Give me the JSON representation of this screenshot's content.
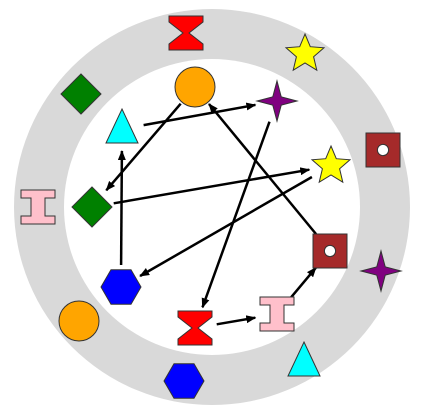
{
  "diagram": {
    "colors": {
      "ring": "#d9d9d9",
      "inner": "#ffffff",
      "edge": "#000000",
      "red": "#ff0000",
      "yellow": "#ffff00",
      "purple": "#800080",
      "darkred": "#a52a2a",
      "green": "#008000",
      "pink": "#ffc0cb",
      "orange": "#ffa500",
      "blue": "#0000ff",
      "cyan": "#00ffff"
    },
    "outer_shapes": [
      {
        "id": "outer-red-hourglass",
        "shape": "hourglass",
        "color": "red"
      },
      {
        "id": "outer-yellow-star",
        "shape": "star5",
        "color": "yellow"
      },
      {
        "id": "outer-darkred-square",
        "shape": "square-dot",
        "color": "darkred"
      },
      {
        "id": "outer-purple-star",
        "shape": "star4",
        "color": "purple"
      },
      {
        "id": "outer-cyan-triangle",
        "shape": "triangle",
        "color": "cyan"
      },
      {
        "id": "outer-blue-hexagon",
        "shape": "hexagon",
        "color": "blue"
      },
      {
        "id": "outer-orange-circle",
        "shape": "circle",
        "color": "orange"
      },
      {
        "id": "outer-pink-ibeam",
        "shape": "ibeam",
        "color": "pink"
      },
      {
        "id": "outer-green-diamond",
        "shape": "diamond",
        "color": "green"
      }
    ],
    "inner_nodes": [
      {
        "id": "orange-circle",
        "shape": "circle",
        "color": "orange"
      },
      {
        "id": "purple-star",
        "shape": "star4",
        "color": "purple"
      },
      {
        "id": "yellow-star",
        "shape": "star5",
        "color": "yellow"
      },
      {
        "id": "darkred-square",
        "shape": "square-dot",
        "color": "darkred"
      },
      {
        "id": "pink-ibeam",
        "shape": "ibeam",
        "color": "pink"
      },
      {
        "id": "red-hourglass",
        "shape": "hourglass",
        "color": "red"
      },
      {
        "id": "blue-hexagon",
        "shape": "hexagon",
        "color": "blue"
      },
      {
        "id": "green-diamond",
        "shape": "diamond",
        "color": "green"
      },
      {
        "id": "cyan-triangle",
        "shape": "triangle",
        "color": "cyan"
      }
    ],
    "edges": [
      {
        "from": "cyan-triangle",
        "to": "purple-star"
      },
      {
        "from": "orange-circle",
        "to": "green-diamond"
      },
      {
        "from": "green-diamond",
        "to": "yellow-star"
      },
      {
        "from": "blue-hexagon",
        "to": "cyan-triangle"
      },
      {
        "from": "yellow-star",
        "to": "blue-hexagon"
      },
      {
        "from": "purple-star",
        "to": "red-hourglass"
      },
      {
        "from": "darkred-square",
        "to": "orange-circle"
      },
      {
        "from": "red-hourglass",
        "to": "pink-ibeam"
      },
      {
        "from": "pink-ibeam",
        "to": "darkred-square"
      }
    ]
  }
}
